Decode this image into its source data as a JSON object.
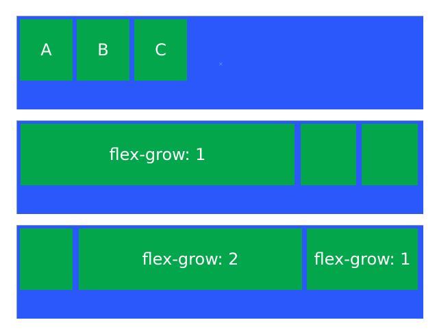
{
  "colors": {
    "container": "#2b58fb",
    "item": "#03a64a",
    "text": "#ffffff"
  },
  "row1": {
    "items": [
      "A",
      "B",
      "C"
    ],
    "marker": "×"
  },
  "row2": {
    "items": [
      "flex-grow: 1",
      "",
      ""
    ]
  },
  "row3": {
    "items": [
      "",
      "flex-grow: 2",
      "flex-grow: 1"
    ]
  }
}
